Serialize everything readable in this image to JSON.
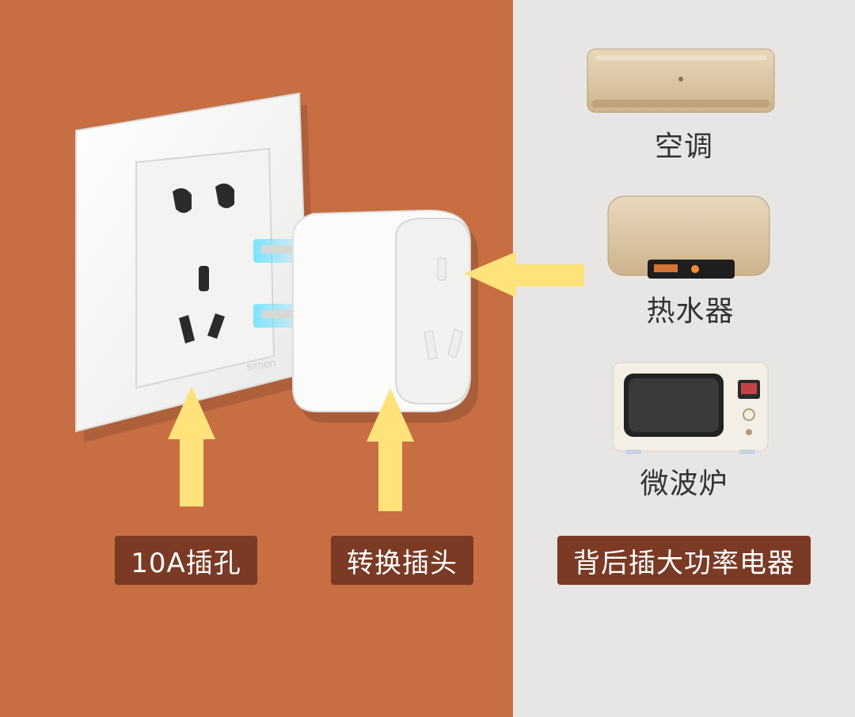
{
  "captions": {
    "socket": "10A插孔",
    "adapter": "转换插头",
    "appliances": "背后插大功率电器"
  },
  "appliances": [
    {
      "label": "空调",
      "icon": "air-conditioner-icon"
    },
    {
      "label": "热水器",
      "icon": "water-heater-icon"
    },
    {
      "label": "微波炉",
      "icon": "microwave-icon"
    }
  ],
  "brand_marks": {
    "socket": "simon"
  },
  "colors": {
    "left_background": "#c76e43",
    "right_background": "#e8e6e5",
    "arrow": "#ffe27a",
    "caption_background": "#7a3a24",
    "caption_text": "#ffffff"
  }
}
